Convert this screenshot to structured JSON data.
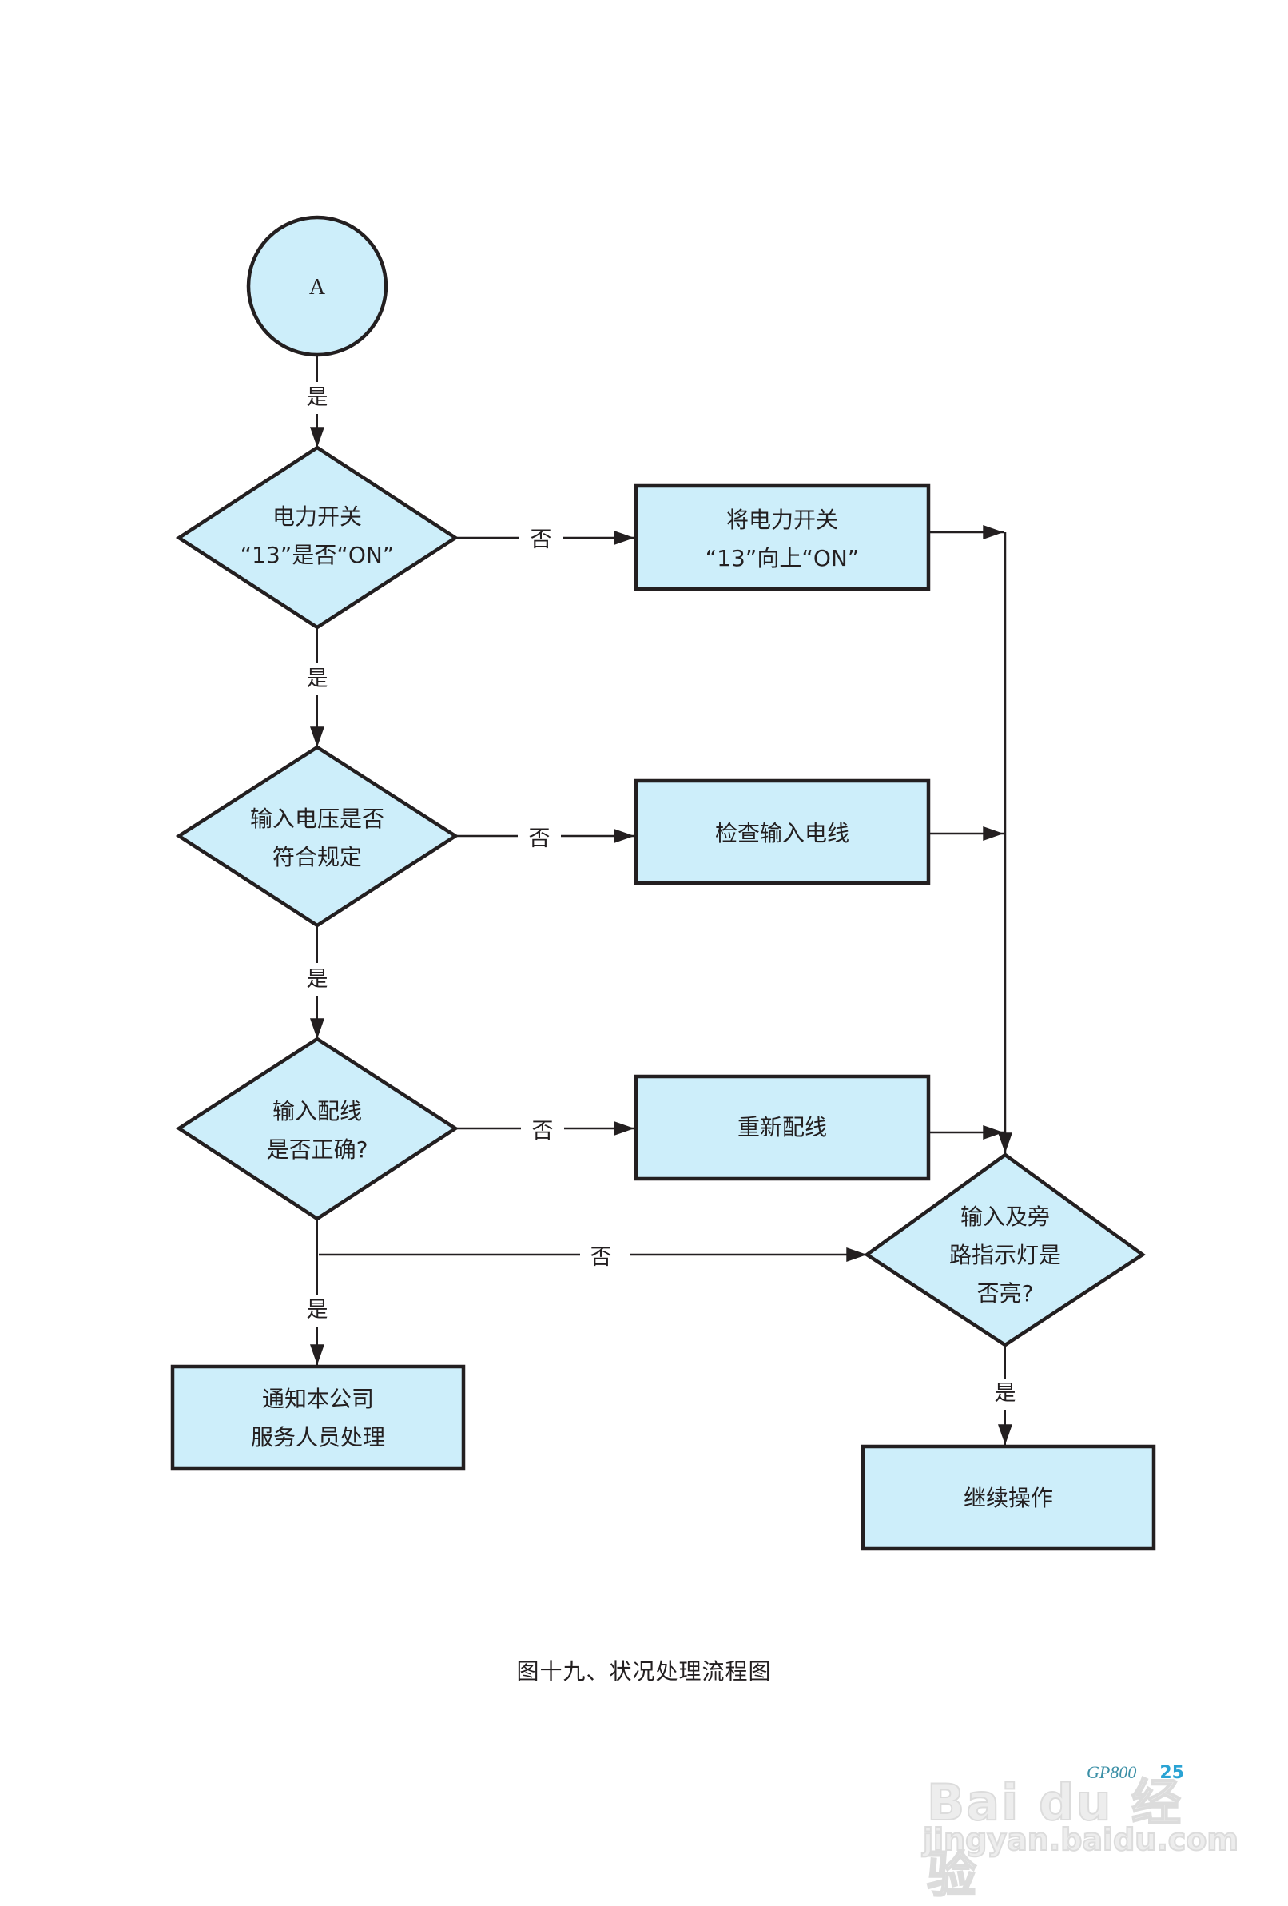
{
  "colors": {
    "node_fill": "#cdeefa",
    "stroke": "#231f20",
    "watermark": "#e2e2e2",
    "page_number": "#2aa3d4"
  },
  "nodes": {
    "start": {
      "label": "A"
    },
    "decision_power": {
      "line1": "电力开关",
      "line2": "“13”是否“ON”"
    },
    "action_power": {
      "line1": "将电力开关",
      "line2": "“13”向上“ON”"
    },
    "decision_voltage": {
      "line1": "输入电压是否",
      "line2": "符合规定"
    },
    "action_check_wire": {
      "line1": "检查输入电线"
    },
    "decision_wiring": {
      "line1": "输入配线",
      "line2": "是否正确?"
    },
    "action_rewire": {
      "line1": "重新配线"
    },
    "decision_lamp": {
      "line1": "输入及旁",
      "line2": "路指示灯是",
      "line3": "否亮?"
    },
    "action_notify": {
      "line1": "通知本公司",
      "line2": "服务人员处理"
    },
    "action_continue": {
      "line1": "继续操作"
    }
  },
  "edges": {
    "yes": "是",
    "no": "否"
  },
  "caption": "图十九、状况处理流程图",
  "footer": {
    "series": "GP800",
    "page_number": "25"
  },
  "watermark": {
    "logo": "Bai du 经验",
    "url": "jingyan.baidu.com"
  }
}
